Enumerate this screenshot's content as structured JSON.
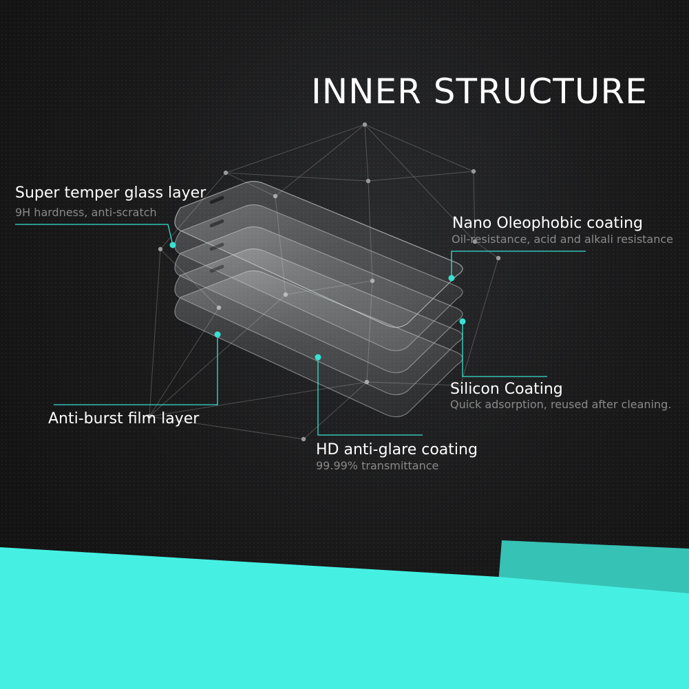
{
  "title": "INNER STRUCTURE",
  "colors": {
    "accent": "#38e2d2",
    "background": "#161616",
    "label_text": "#ffffff",
    "sub_text": "#8a8a8a",
    "bottom_band": "#45f0e3",
    "bottom_band_dark": "#37c2b6"
  },
  "layers": {
    "super_temper_glass": {
      "label": "Super temper glass layer",
      "sub": "9H hardness, anti-scratch"
    },
    "nano_oleophobic": {
      "label": "Nano Oleophobic coating",
      "sub": "Oil-resistance, acid and alkali resistance"
    },
    "silicon_coating": {
      "label": "Silicon Coating",
      "sub": "Quick adsorption, reused after cleaning."
    },
    "anti_burst": {
      "label": "Anti-burst film layer"
    },
    "hd_anti_glare": {
      "label": "HD anti-glare coating",
      "sub": "99.99% transmittance"
    }
  }
}
